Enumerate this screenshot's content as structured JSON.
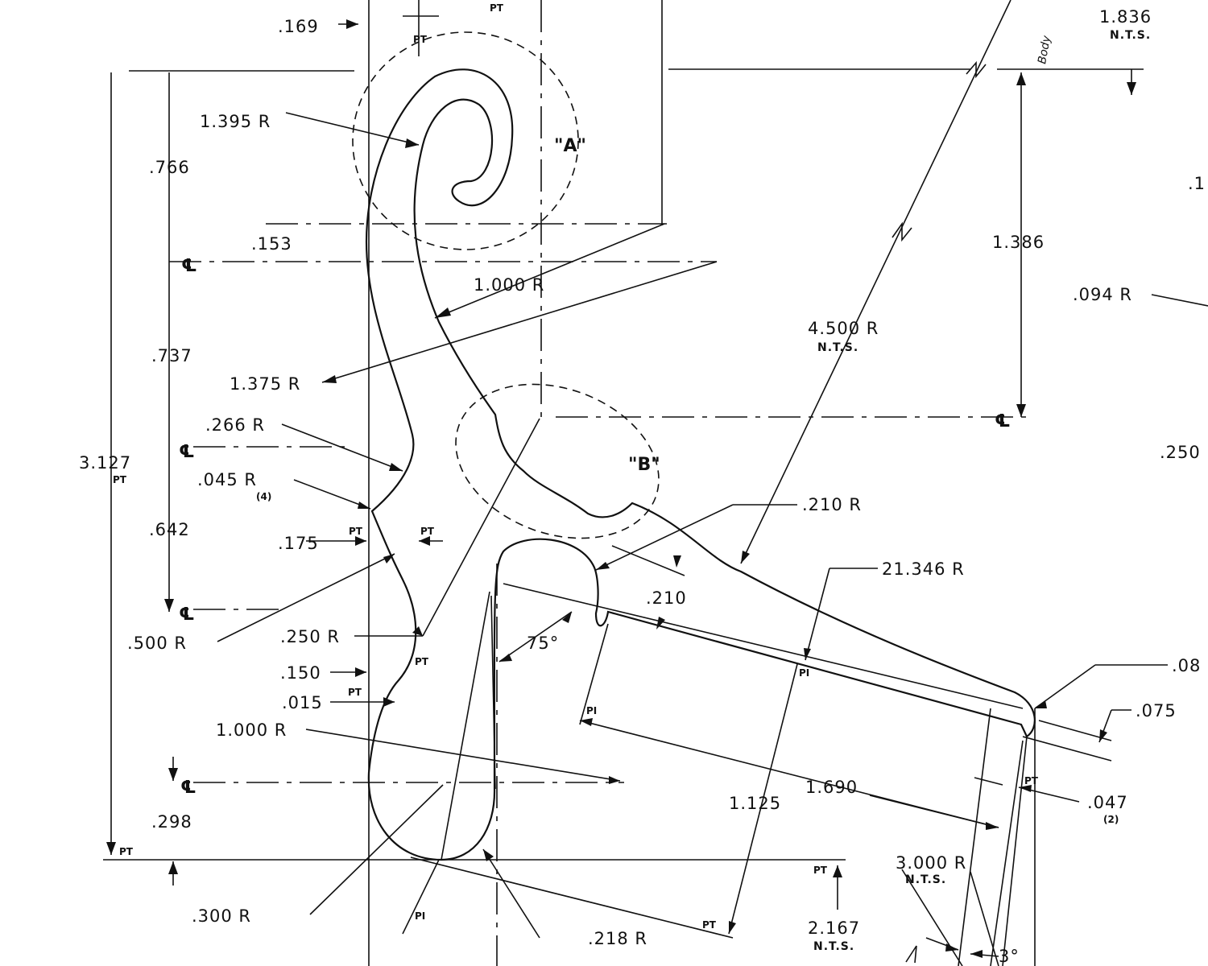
{
  "drawing": {
    "detail_a": "\"A\"",
    "detail_b": "\"B\"",
    "body_note": "Body",
    "pt": "PT",
    "pi": "PI",
    "nts": "N.T.S.",
    "dims": {
      "d1836": "1.836",
      "d1395r": "1.395 R",
      "d766": ".766",
      "d153": ".153",
      "d1000r_top": "1.000 R",
      "d1386": "1.386",
      "d094r": ".094 R",
      "d4500r": "4.500 R",
      "d737": ".737",
      "d1375r": "1.375 R",
      "d266r": ".266 R",
      "d3127": "3.127",
      "d045r": ".045 R",
      "d045r_qty": "(4)",
      "d250_right": ".250",
      "d642": ".642",
      "d175": ".175",
      "d210r": ".210 R",
      "d21346r": "21.346 R",
      "d210": ".210",
      "d500r": ".500 R",
      "d250r": ".250 R",
      "d75": "75°",
      "d150": ".150",
      "d015": ".015",
      "d08": ".08",
      "d075": ".075",
      "d1000r_bottom": "1.000 R",
      "d1690": "1.690",
      "d1125": "1.125",
      "d047": ".047",
      "d047_qty": "(2)",
      "d298": ".298",
      "d3000r": "3.000 R",
      "d300r": ".300 R",
      "d218r": ".218 R",
      "d2167": "2.167",
      "d3deg": "3°",
      "d1_edge": ".1"
    }
  }
}
